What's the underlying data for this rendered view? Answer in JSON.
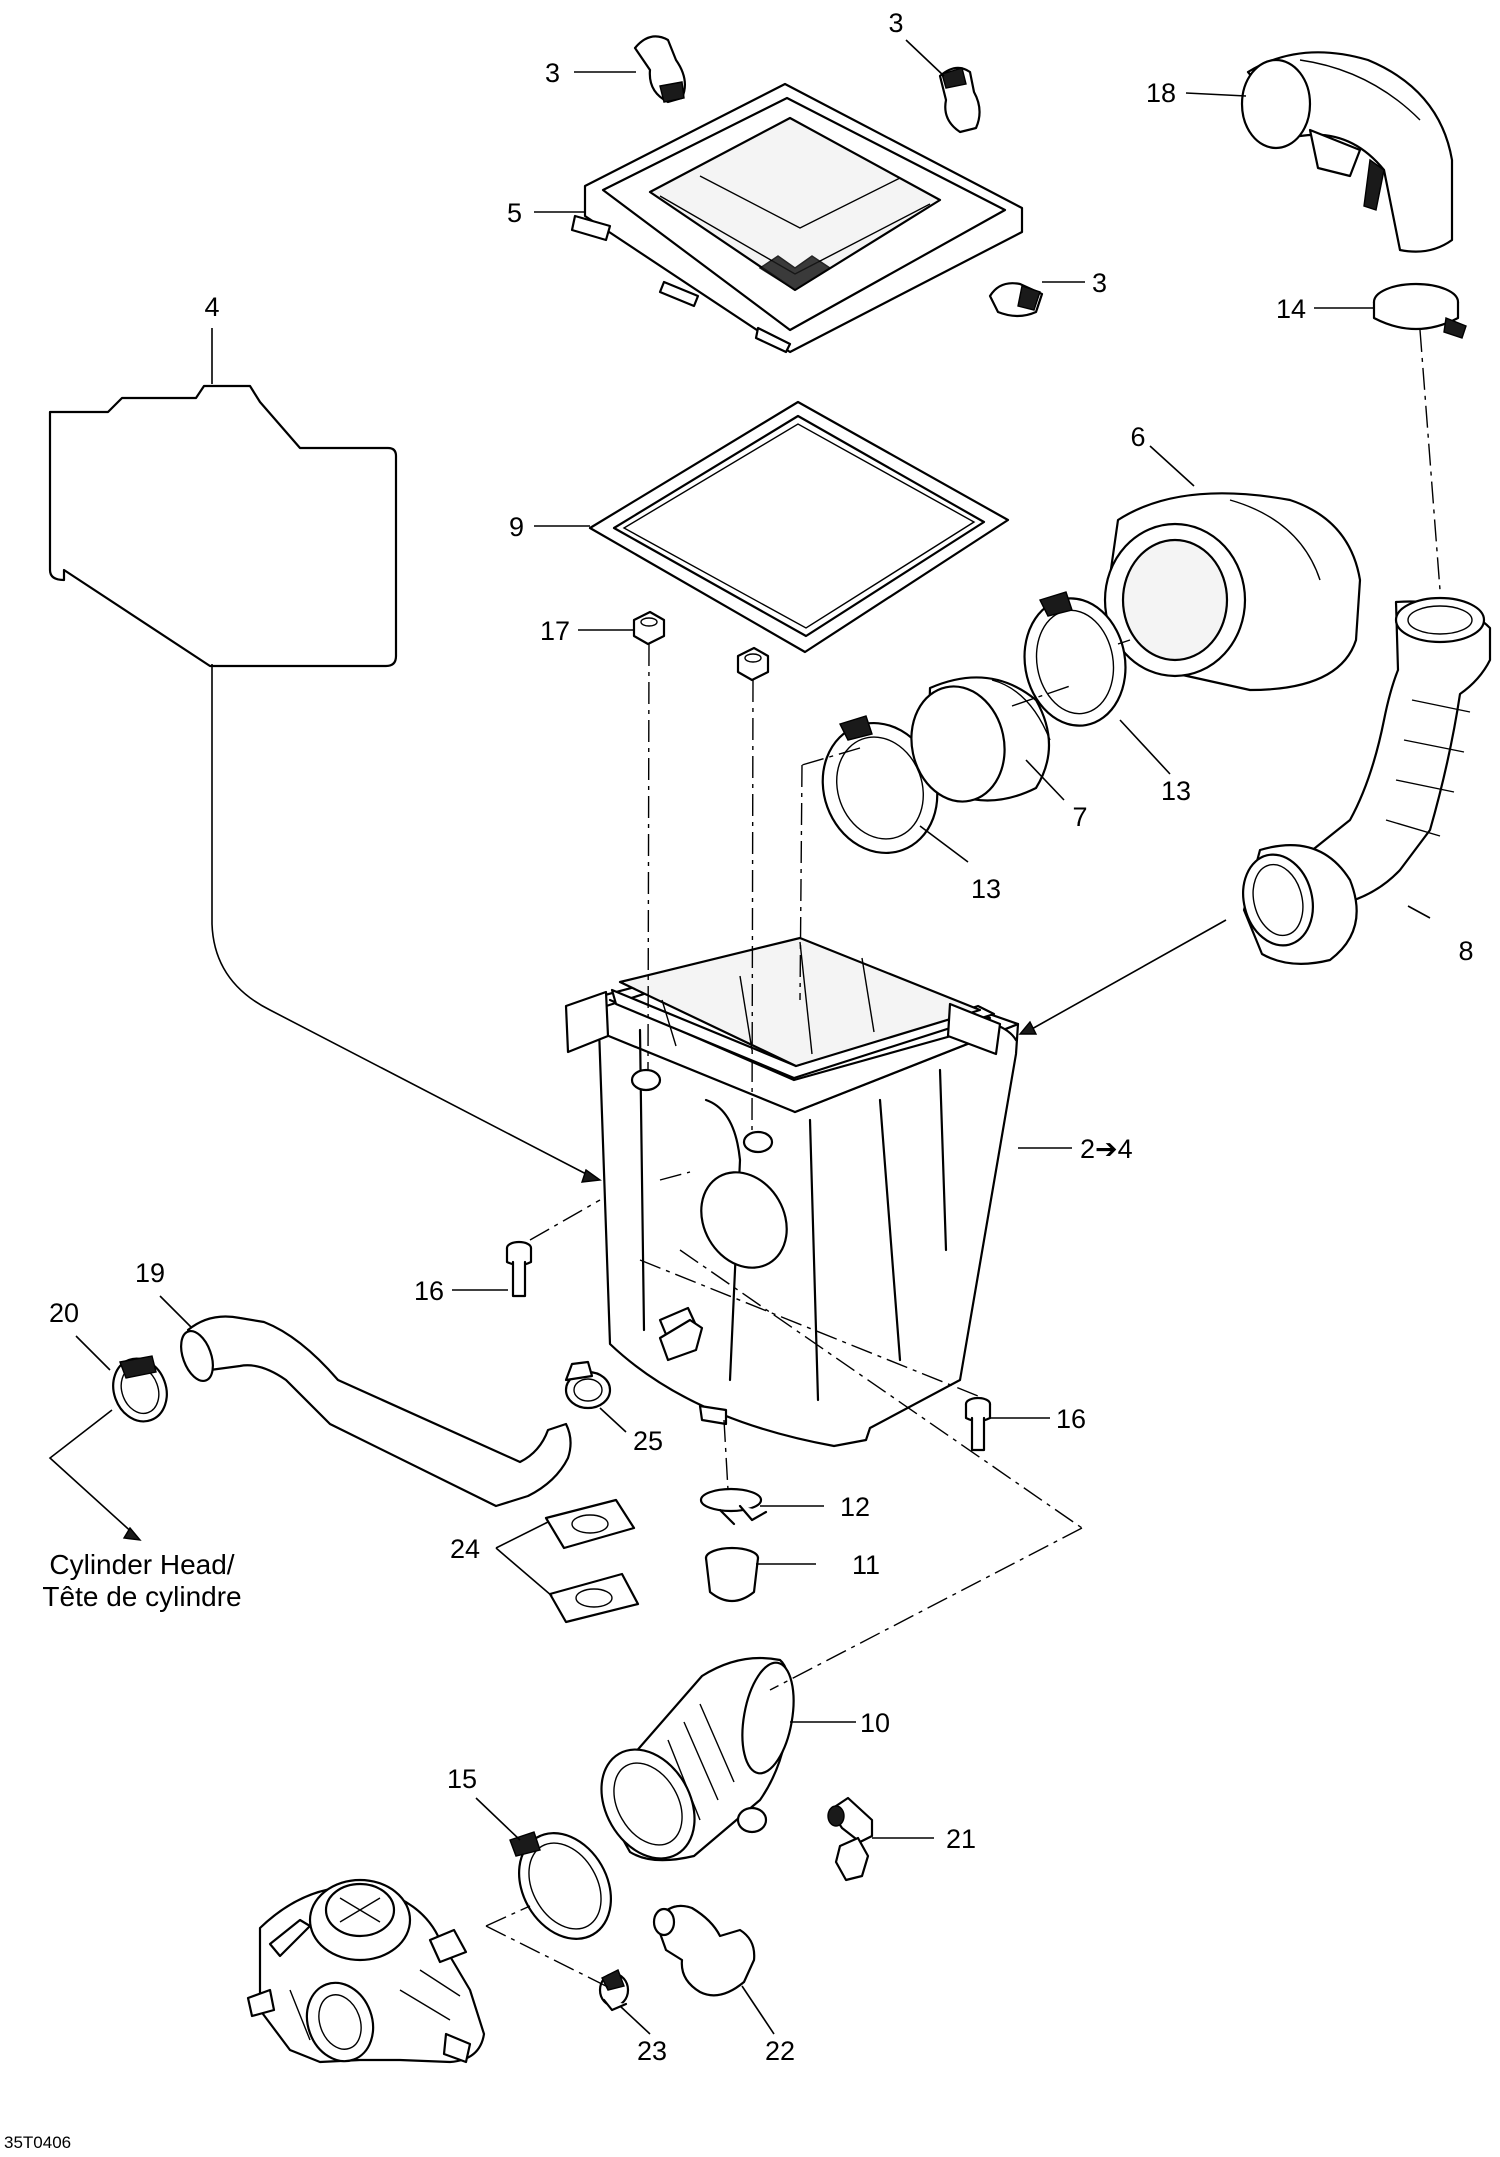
{
  "diagram": {
    "callouts": [
      {
        "id": "3a",
        "text": "3"
      },
      {
        "id": "3b",
        "text": "3"
      },
      {
        "id": "3c",
        "text": "3"
      },
      {
        "id": "18",
        "text": "18"
      },
      {
        "id": "5",
        "text": "5"
      },
      {
        "id": "14",
        "text": "14"
      },
      {
        "id": "4",
        "text": "4"
      },
      {
        "id": "6",
        "text": "6"
      },
      {
        "id": "9",
        "text": "9"
      },
      {
        "id": "13a",
        "text": "13"
      },
      {
        "id": "7",
        "text": "7"
      },
      {
        "id": "13b",
        "text": "13"
      },
      {
        "id": "17",
        "text": "17"
      },
      {
        "id": "8",
        "text": "8"
      },
      {
        "id": "2-4",
        "text": "2➔4"
      },
      {
        "id": "16a",
        "text": "16"
      },
      {
        "id": "19",
        "text": "19"
      },
      {
        "id": "20",
        "text": "20"
      },
      {
        "id": "25",
        "text": "25"
      },
      {
        "id": "16b",
        "text": "16"
      },
      {
        "id": "12",
        "text": "12"
      },
      {
        "id": "24",
        "text": "24"
      },
      {
        "id": "11",
        "text": "11"
      },
      {
        "id": "10",
        "text": "10"
      },
      {
        "id": "15",
        "text": "15"
      },
      {
        "id": "21",
        "text": "21"
      },
      {
        "id": "23",
        "text": "23"
      },
      {
        "id": "22",
        "text": "22"
      }
    ],
    "note_line1": "Cylinder Head/",
    "note_line2": "Tête de cylindre",
    "document_id": "35T0406"
  }
}
